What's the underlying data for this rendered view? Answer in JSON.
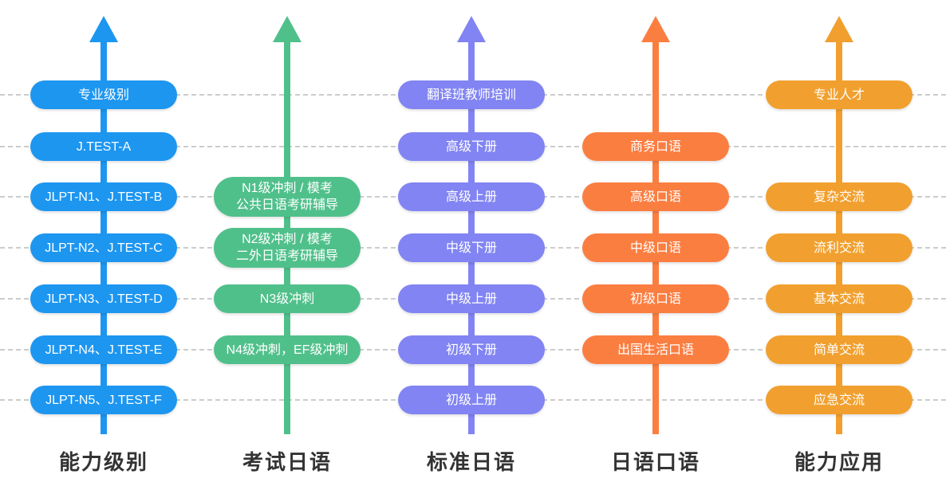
{
  "diagram": {
    "guide_color": "#cccccc",
    "row_count": 7,
    "columns": [
      {
        "label": "能力级别",
        "color": "#1d96f0",
        "icon": "arrow-up-icon",
        "pills": [
          {
            "row": 1,
            "lines": [
              "专业级别"
            ]
          },
          {
            "row": 2,
            "lines": [
              "J.TEST-A"
            ]
          },
          {
            "row": 3,
            "lines": [
              "JLPT-N1、J.TEST-B"
            ]
          },
          {
            "row": 4,
            "lines": [
              "JLPT-N2、J.TEST-C"
            ]
          },
          {
            "row": 5,
            "lines": [
              "JLPT-N3、J.TEST-D"
            ]
          },
          {
            "row": 6,
            "lines": [
              "JLPT-N4、J.TEST-E"
            ]
          },
          {
            "row": 7,
            "lines": [
              "JLPT-N5、J.TEST-F"
            ]
          }
        ]
      },
      {
        "label": "考试日语",
        "color": "#50c08b",
        "icon": "arrow-up-icon",
        "pills": [
          {
            "row": 3,
            "lines": [
              "N1级冲刺 /  模考",
              "公共日语考研辅导"
            ]
          },
          {
            "row": 4,
            "lines": [
              "N2级冲刺 /  模考",
              "二外日语考研辅导"
            ]
          },
          {
            "row": 5,
            "lines": [
              "N3级冲刺"
            ]
          },
          {
            "row": 6,
            "lines": [
              "N4级冲刺，EF级冲刺"
            ]
          }
        ]
      },
      {
        "label": "标准日语",
        "color": "#8184f2",
        "icon": "arrow-up-icon",
        "pills": [
          {
            "row": 1,
            "lines": [
              "翻译班教师培训"
            ]
          },
          {
            "row": 2,
            "lines": [
              "高级下册"
            ]
          },
          {
            "row": 3,
            "lines": [
              "高级上册"
            ]
          },
          {
            "row": 4,
            "lines": [
              "中级下册"
            ]
          },
          {
            "row": 5,
            "lines": [
              "中级上册"
            ]
          },
          {
            "row": 6,
            "lines": [
              "初级下册"
            ]
          },
          {
            "row": 7,
            "lines": [
              "初级上册"
            ]
          }
        ]
      },
      {
        "label": "日语口语",
        "color": "#fb7e41",
        "icon": "arrow-up-icon",
        "pills": [
          {
            "row": 2,
            "lines": [
              "商务口语"
            ]
          },
          {
            "row": 3,
            "lines": [
              "高级口语"
            ]
          },
          {
            "row": 4,
            "lines": [
              "中级口语"
            ]
          },
          {
            "row": 5,
            "lines": [
              "初级口语"
            ]
          },
          {
            "row": 6,
            "lines": [
              "出国生活口语"
            ]
          }
        ]
      },
      {
        "label": "能力应用",
        "color": "#f1a02f",
        "icon": "arrow-up-icon",
        "pills": [
          {
            "row": 1,
            "lines": [
              "专业人才"
            ]
          },
          {
            "row": 3,
            "lines": [
              "复杂交流"
            ]
          },
          {
            "row": 4,
            "lines": [
              "流利交流"
            ]
          },
          {
            "row": 5,
            "lines": [
              "基本交流"
            ]
          },
          {
            "row": 6,
            "lines": [
              "简单交流"
            ]
          },
          {
            "row": 7,
            "lines": [
              "应急交流"
            ]
          }
        ]
      }
    ]
  }
}
